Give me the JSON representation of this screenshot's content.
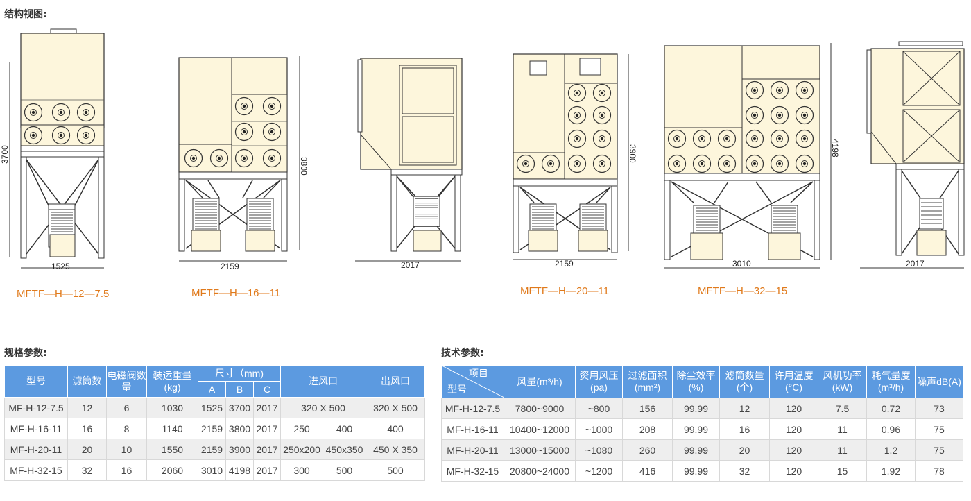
{
  "section_titles": {
    "structure": "结构视图:",
    "spec": "规格参数:",
    "tech": "技术参数:"
  },
  "drawings": [
    {
      "caption": "MFTF—H—12—7.5",
      "width_label": "1525",
      "height_label": "3700"
    },
    {
      "caption": "MFTF—H—16—11",
      "width_label": "2159",
      "height_label": "3800"
    },
    {
      "caption": "",
      "width_label": "2017",
      "height_label": ""
    },
    {
      "caption": "MFTF—H—20—11",
      "width_label": "2159",
      "height_label": "3900"
    },
    {
      "caption": "MFTF—H—32—15",
      "width_label": "3010",
      "height_label": "4198"
    },
    {
      "caption": "",
      "width_label": "2017",
      "height_label": ""
    }
  ],
  "spec_table": {
    "headers": {
      "model": "型号",
      "filters": "滤筒数",
      "valves": "电磁阀数量",
      "weight": "装运重量(kg)",
      "size": "尺寸（mm)",
      "a": "A",
      "b": "B",
      "c": "C",
      "inlet": "进风口",
      "outlet": "出风口"
    },
    "rows": [
      {
        "model": "MF-H-12-7.5",
        "filters": "12",
        "valves": "6",
        "weight": "1030",
        "a": "1525",
        "b": "3700",
        "c": "2017",
        "inlet": "320 X 500",
        "outlet": "320 X 500"
      },
      {
        "model": "MF-H-16-11",
        "filters": "16",
        "valves": "8",
        "weight": "1140",
        "a": "2159",
        "b": "3800",
        "c": "2017",
        "inlet1": "250",
        "inlet2": "400",
        "outlet": "400"
      },
      {
        "model": "MF-H-20-11",
        "filters": "20",
        "valves": "10",
        "weight": "1550",
        "a": "2159",
        "b": "3900",
        "c": "2017",
        "inlet1": "250x200",
        "inlet2": "450x350",
        "outlet": "450 X 350"
      },
      {
        "model": "MF-H-32-15",
        "filters": "32",
        "valves": "16",
        "weight": "2060",
        "a": "3010",
        "b": "4198",
        "c": "2017",
        "inlet1": "300",
        "inlet2": "500",
        "outlet": "500"
      }
    ]
  },
  "tech_table": {
    "headers": {
      "item": "项目",
      "model": "型号",
      "airflow": "风量(m³/h)",
      "pressure": "资用风压(pa)",
      "area": "过滤面积(mm²)",
      "efficiency": "除尘效率(%)",
      "filters": "滤筒数量(个)",
      "temp": "许用温度(°C)",
      "power": "风机功率(kW)",
      "air": "耗气量度(m³/h)",
      "noise": "噪声dB(A)"
    },
    "rows": [
      {
        "model": "MF-H-12-7.5",
        "airflow": "7800~9000",
        "pressure": "~800",
        "area": "156",
        "efficiency": "99.99",
        "filters": "12",
        "temp": "120",
        "power": "7.5",
        "air": "0.72",
        "noise": "73"
      },
      {
        "model": "MF-H-16-11",
        "airflow": "10400~12000",
        "pressure": "~1000",
        "area": "208",
        "efficiency": "99.99",
        "filters": "16",
        "temp": "120",
        "power": "11",
        "air": "0.96",
        "noise": "75"
      },
      {
        "model": "MF-H-20-11",
        "airflow": "13000~15000",
        "pressure": "~1080",
        "area": "260",
        "efficiency": "99.99",
        "filters": "20",
        "temp": "120",
        "power": "11",
        "air": "1.2",
        "noise": "75"
      },
      {
        "model": "MF-H-32-15",
        "airflow": "20800~24000",
        "pressure": "~1200",
        "area": "416",
        "efficiency": "99.99",
        "filters": "32",
        "temp": "120",
        "power": "15",
        "air": "1.92",
        "noise": "78"
      }
    ]
  }
}
